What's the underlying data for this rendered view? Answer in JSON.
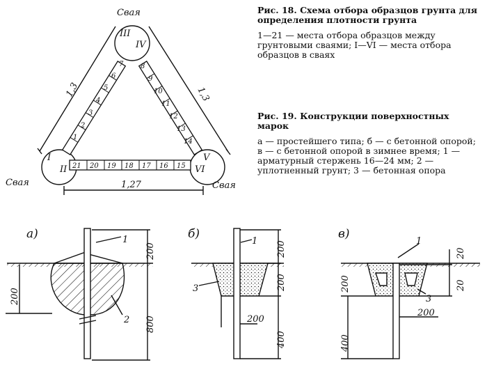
{
  "fig18": {
    "pile_label": "Свая",
    "dim_side": "1,3",
    "dim_base": "1,27",
    "roman": [
      "I",
      "II",
      "III",
      "IV",
      "V",
      "VI"
    ],
    "left_cells": [
      "1",
      "2",
      "3",
      "4",
      "5",
      "6",
      "7"
    ],
    "right_cells": [
      "8",
      "9",
      "10",
      "11",
      "12",
      "13",
      "14"
    ],
    "bottom_cells": [
      "21",
      "20",
      "19",
      "18",
      "17",
      "16",
      "15"
    ],
    "caption_title": "Рис. 18. Схема отбора образцов грунта для определения плотности грунта",
    "caption_body": "1—21 — места отбора образцов между грунтовыми сваями; I—VI — места отбора образцов в сваях"
  },
  "fig19": {
    "caption_title": "Рис. 19. Конструкции поверхностных марок",
    "caption_body": "а — простейшего типа; б — с бетонной опорой; в — с бетонной опорой в зимнее время; 1 — арматурный стержень 16—24 мм; 2 — уплотненный грунт; 3 — бетонная опора",
    "panel_a": {
      "label": "а)",
      "dims": [
        "200",
        "200",
        "800"
      ],
      "callouts": [
        "1",
        "2"
      ]
    },
    "panel_b": {
      "label": "б)",
      "dims": [
        "200",
        "200",
        "200",
        "400"
      ],
      "callouts": [
        "1",
        "3"
      ]
    },
    "panel_c": {
      "label": "в)",
      "dims": [
        "200",
        "20",
        "20",
        "200",
        "400"
      ],
      "callouts": [
        "1",
        "3"
      ]
    }
  },
  "colors": {
    "ink": "#111111",
    "paper": "#ffffff",
    "concrete": "#cfcfcf"
  }
}
